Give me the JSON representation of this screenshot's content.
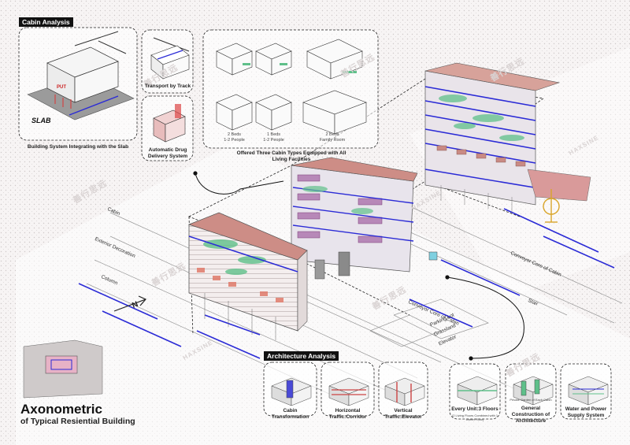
{
  "headers": {
    "cabin_analysis": "Cabin Analysis",
    "architecture_analysis": "Architecture Analysis"
  },
  "title": {
    "line1": "Axonometric",
    "line2": "of Typical Resiential Building"
  },
  "top_panels": {
    "slab_caption": "Building System Integrating with the Slab",
    "slab_label": "SLAB",
    "put_label": "PUT",
    "transport_caption": "Transport by Track",
    "drug_caption": "Automatic Drug Delivery System",
    "cabin_types_caption": "Offered Three Cabin Types Equipped with All Living Facilities",
    "types": [
      {
        "beds": "2 Beds",
        "people": "1-2 People"
      },
      {
        "beds": "1 Beds",
        "people": "1-2 People"
      },
      {
        "beds": "2 Beds",
        "people": "Family Room"
      }
    ]
  },
  "site_labels": {
    "cabin": "Cabin",
    "exterior_decoration": "Exterior Decoration",
    "column": "Column",
    "conveyor_core_right": "Conveyor Core of Cabin",
    "conveyor_core_center": "Conveyor Core of Cabin",
    "stair": "Stair",
    "parking_lot": "Parking Lot",
    "grassland": "Grassland",
    "elevator": "Elevator"
  },
  "north_arrow": "N",
  "architecture_items": [
    {
      "caption": "Cabin Transformation",
      "note": ""
    },
    {
      "caption": "Horizontal Traffic:Corridor",
      "note": ""
    },
    {
      "caption": "Vertical Traffic:Elevator",
      "note": ""
    }
  ],
  "unit_items": [
    {
      "caption": "Every Unit:3 Floors",
      "note": "(2 Living Floors Combined with 1 Green Floor)"
    },
    {
      "caption": "General Construction of Architecture",
      "note": "Private Garden of Each Cabin"
    },
    {
      "caption": "Water and Power Supply System",
      "note": ""
    }
  ],
  "watermark": {
    "cn": "善行思远",
    "en": "HAXSINE"
  },
  "colors": {
    "accent_blue": "#2b2bd6",
    "facade_pink": "#d99a9a",
    "roof_salmon": "#c98a84",
    "planting_green": "#5fc08a",
    "line_gray": "#8a8a8a"
  }
}
